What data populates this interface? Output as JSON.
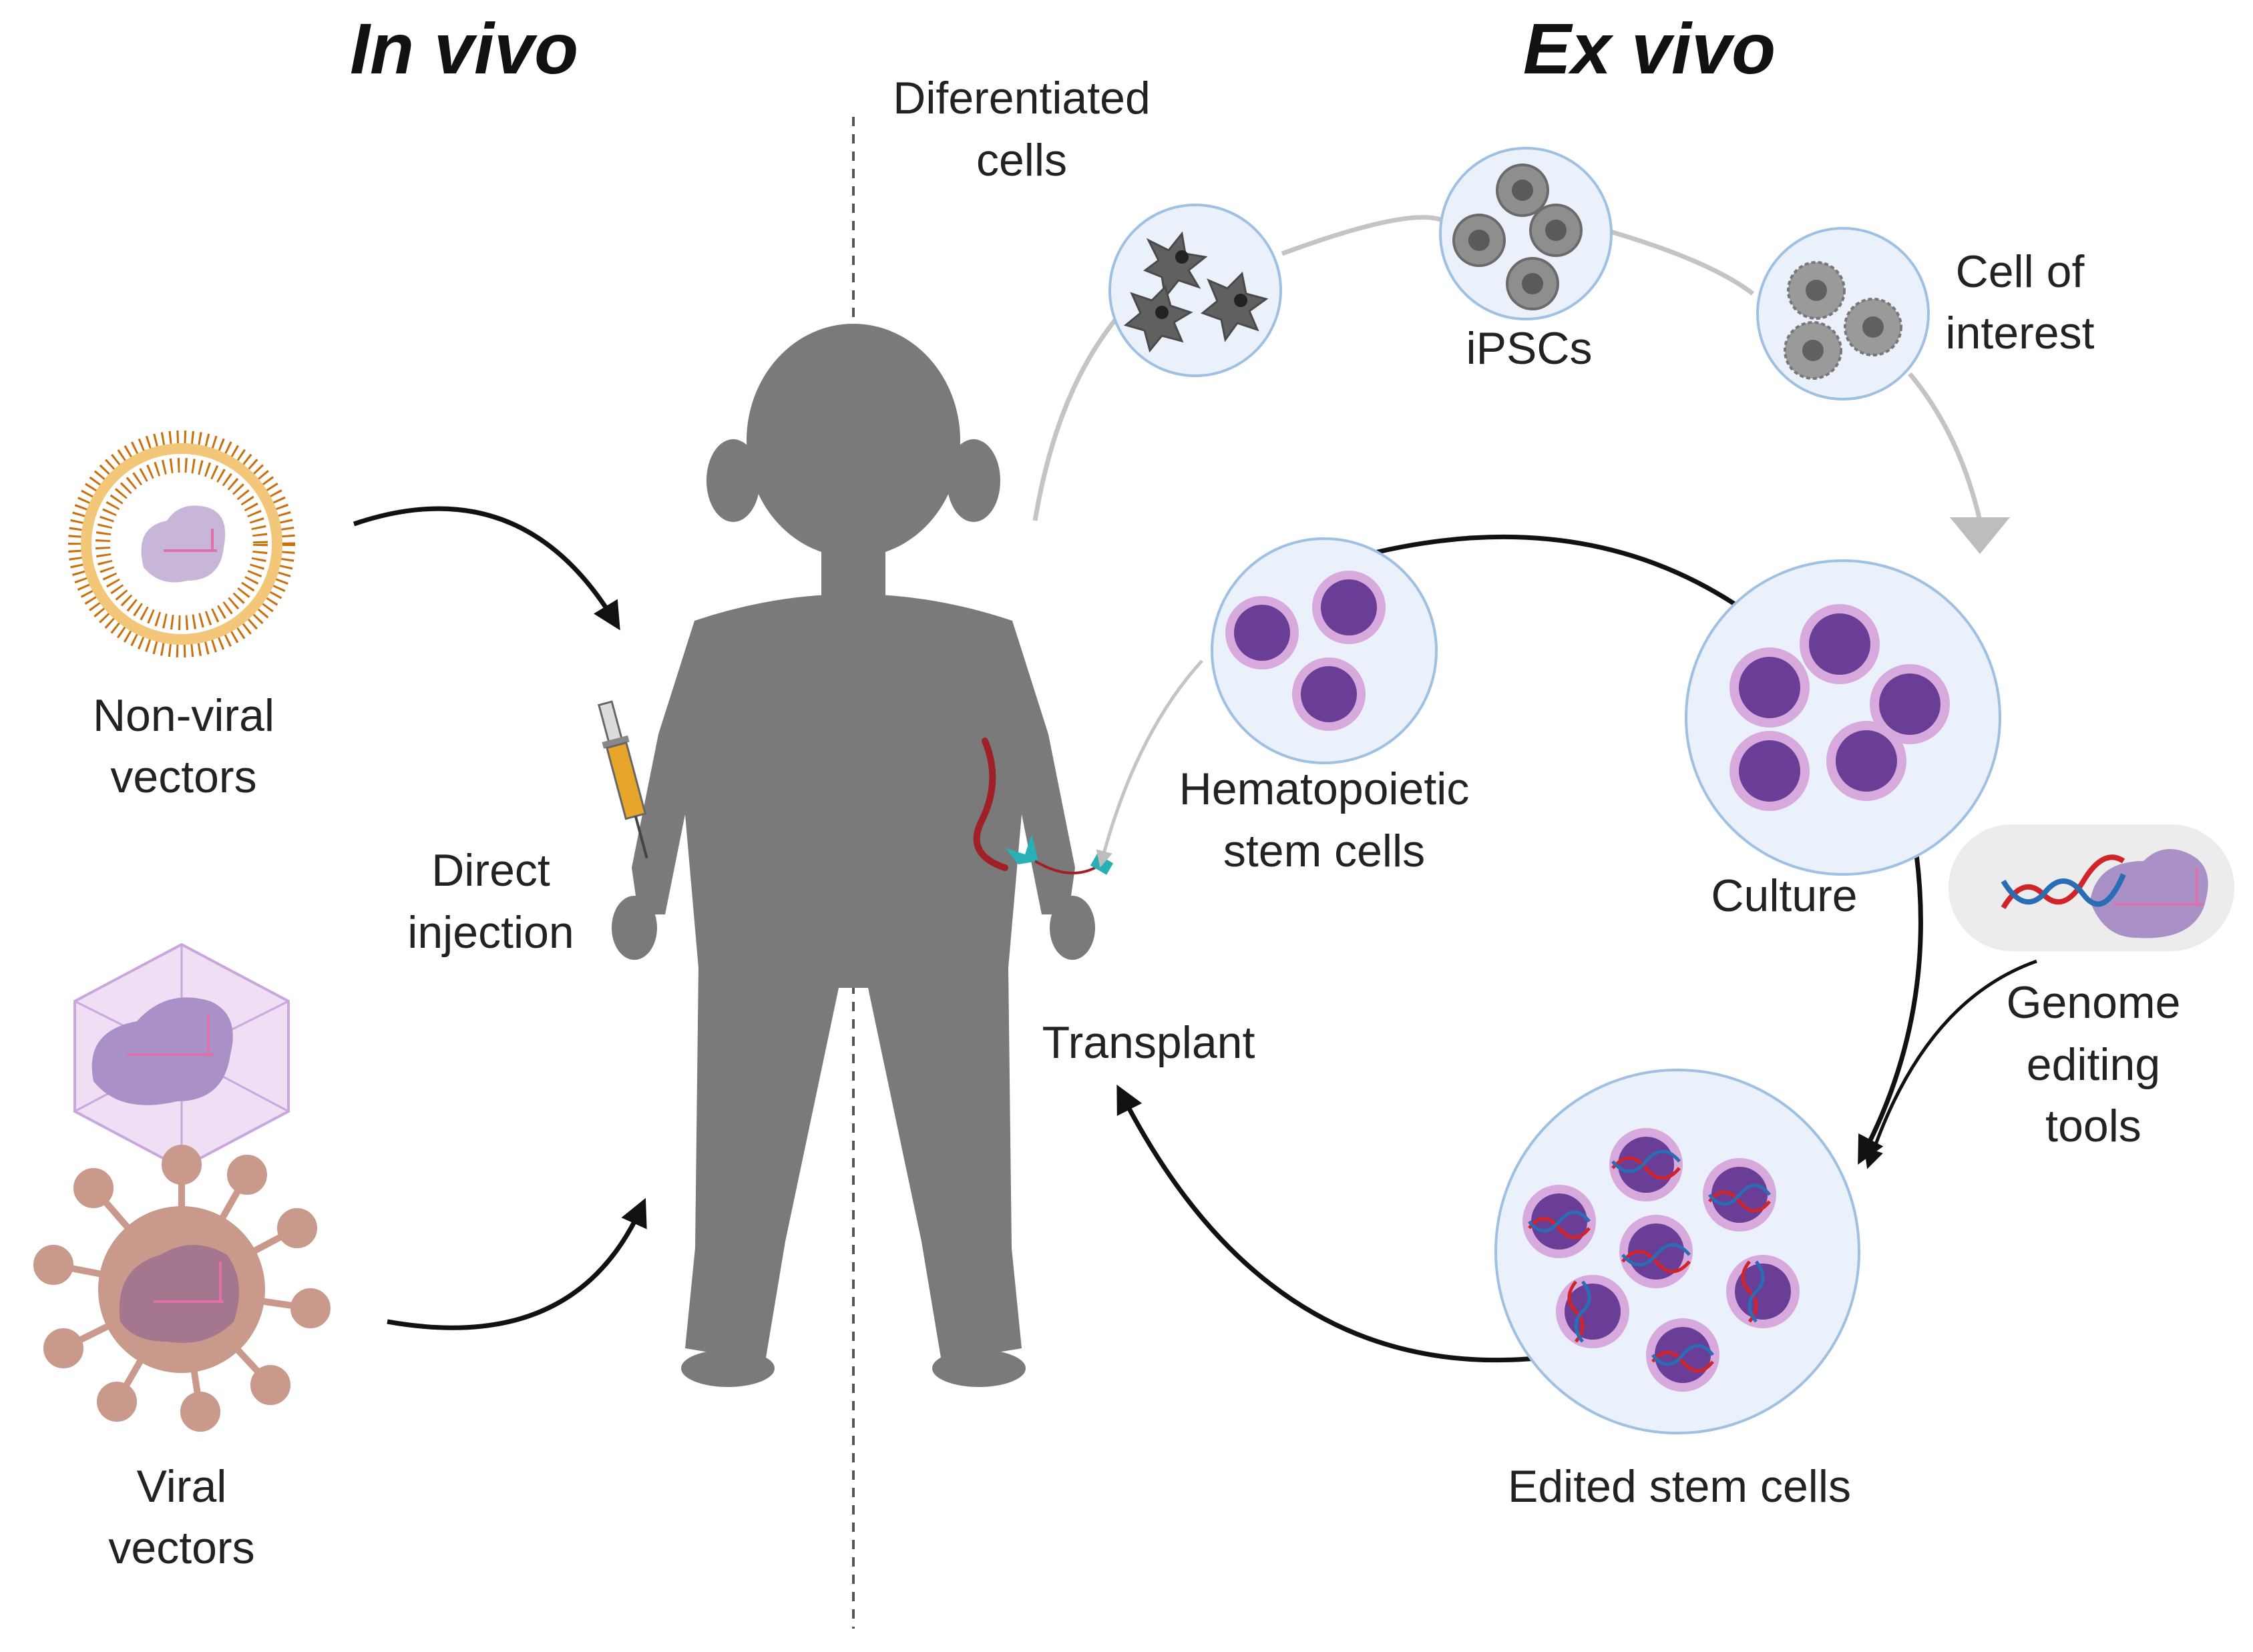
{
  "headings": {
    "in_vivo": "In vivo",
    "ex_vivo": "Ex vivo"
  },
  "labels": {
    "differentiated_1": "Diferentiated",
    "differentiated_2": "cells",
    "ipscs": "iPSCs",
    "cell_of_interest_1": "Cell of",
    "cell_of_interest_2": "interest",
    "non_viral_1": "Non-viral",
    "non_viral_2": "vectors",
    "viral_1": "Viral",
    "viral_2": "vectors",
    "direct_1": "Direct",
    "direct_2": "injection",
    "hsc_1": "Hematopoietic",
    "hsc_2": "stem cells",
    "culture": "Culture",
    "transplant": "Transplant",
    "genome_1": "Genome",
    "genome_2": "editing",
    "genome_3": "tools",
    "edited": "Edited stem cells"
  },
  "colors": {
    "silhouette": "#7a7a7a",
    "dish_fill": "#eaf1fb",
    "dish_stroke": "#9fc0e3",
    "stem_cell_outer": "#d8a9dc",
    "stem_cell_inner": "#6a3d96",
    "liposome": "#d07a14",
    "liposome_inner": "#f2c77a",
    "capsid": "#d6b8e6",
    "virus": "#c99a8c",
    "protein": "#a990c6",
    "dna_red": "#d1232a",
    "dna_blue": "#2a6db5",
    "gray_arrow": "#bdbdbd",
    "black_arrow": "#111111"
  }
}
